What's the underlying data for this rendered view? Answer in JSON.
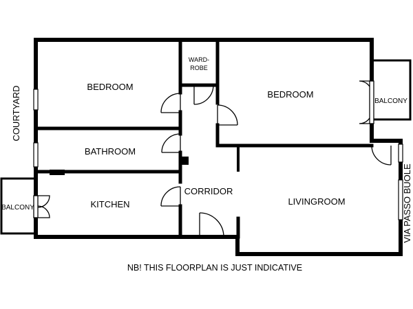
{
  "plan": {
    "rooms": {
      "bedroom_left": "BEDROOM",
      "wardrobe_line1": "WARD-",
      "wardrobe_line2": "ROBE",
      "bedroom_right": "BEDROOM",
      "balcony_right": "BALCONY",
      "bathroom": "BATHROOM",
      "kitchen": "KITCHEN",
      "corridor": "CORRIDOR",
      "livingroom": "LIVINGROOM",
      "balcony_left": "BALCONY"
    },
    "surroundings": {
      "courtyard": "COURTYARD",
      "street": "VIA PASSO BUOLE"
    },
    "note": "NB! THIS FLOORPLAN IS JUST INDICATIVE"
  }
}
